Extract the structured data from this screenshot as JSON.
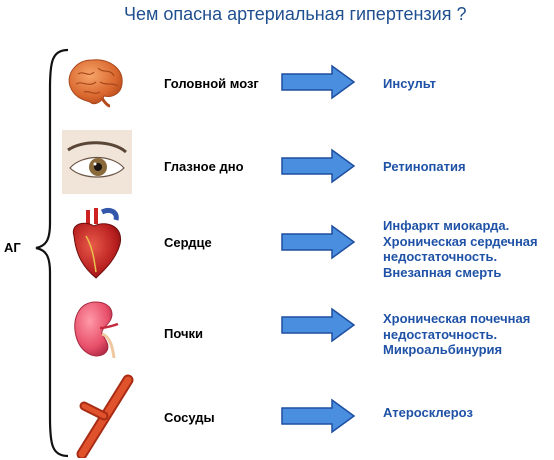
{
  "title": "Чем опасна артериальная гипертензия ?",
  "left_label": "АГ",
  "colors": {
    "title": "#1f4f8f",
    "outcome": "#1f52a6",
    "arrow_fill": "#4a8ee0",
    "arrow_stroke": "#1f4f9f"
  },
  "rows": [
    {
      "icon": "brain-icon",
      "organ": "Головной мозг",
      "outcomes": [
        "Инсульт"
      ]
    },
    {
      "icon": "eye-icon",
      "organ": "Глазное дно",
      "outcomes": [
        "Ретинопатия"
      ]
    },
    {
      "icon": "heart-icon",
      "organ": "Сердце",
      "outcomes": [
        "Инфаркт миокарда.",
        "Хроническая сердечная",
        "недостаточность.",
        "Внезапная смерть"
      ]
    },
    {
      "icon": "kidney-icon",
      "organ": "Почки",
      "outcomes": [
        "Хроническая почечная",
        "недостаточность.",
        "Микроальбинурия"
      ]
    },
    {
      "icon": "vessel-icon",
      "organ": "Сосуды",
      "outcomes": [
        "Атеросклероз"
      ]
    }
  ]
}
